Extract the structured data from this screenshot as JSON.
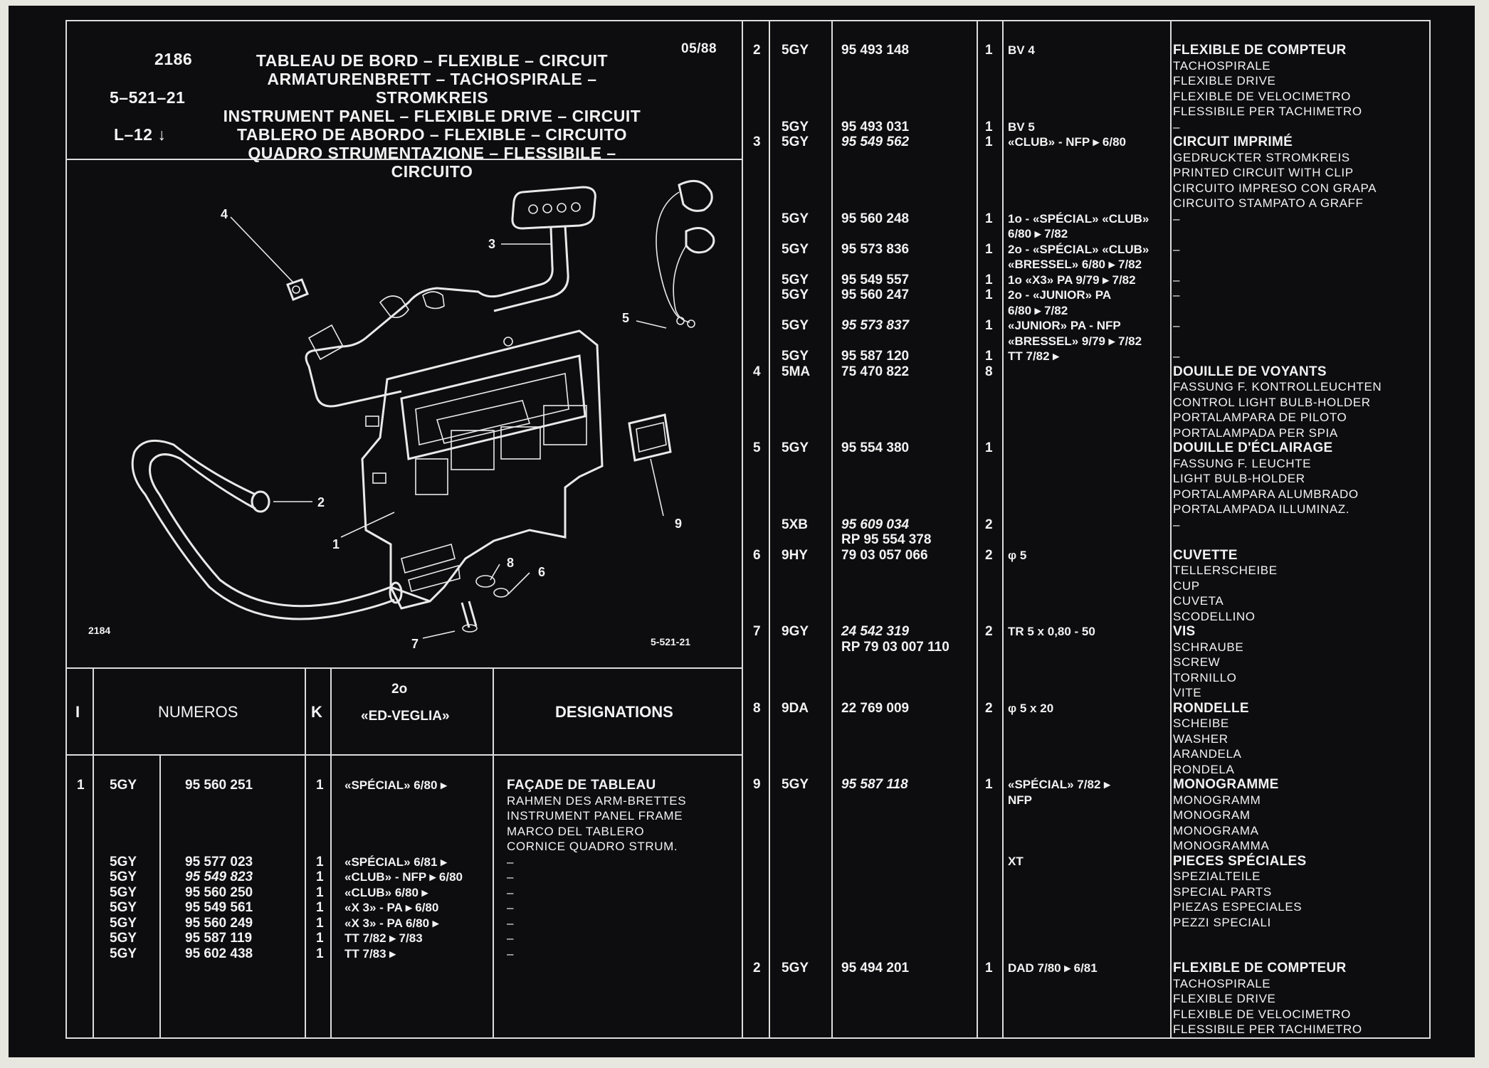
{
  "header": {
    "page_number": "2186",
    "ref": "5–521–21",
    "loc": "L–12 ↓",
    "date": "05/88",
    "titles": [
      "TABLEAU DE BORD – FLEXIBLE – CIRCUIT",
      "ARMATURENBRETT – TACHOSPIRALE – STROMKREIS",
      "INSTRUMENT PANEL – FLEXIBLE DRIVE – CIRCUIT",
      "TABLERO DE ABORDO – FLEXIBLE – CIRCUITO",
      "QUADRO STRUMENTAZIONE – FLESSIBILE – CIRCUITO"
    ]
  },
  "diagram": {
    "fig_number": "2184",
    "fig_ref": "5-521-21",
    "callouts": [
      "1",
      "2",
      "3",
      "4",
      "5",
      "6",
      "7",
      "8",
      "9"
    ]
  },
  "table_head": {
    "col_i": "I",
    "col_numeros": "NUMEROS",
    "col_k": "K",
    "col_variant_top": "2o",
    "col_variant": "«ED-VEGLIA»",
    "col_designations": "DESIGNATIONS"
  },
  "left_rows": {
    "item": [
      "1"
    ],
    "code": [
      "5GY",
      "",
      "",
      "",
      "",
      "5GY",
      "5GY",
      "5GY",
      "5GY",
      "5GY",
      "5GY",
      "5GY"
    ],
    "number": [
      "95 560 251",
      "",
      "",
      "",
      "",
      "95 577 023",
      "95 549 823",
      "95 560 250",
      "95 549 561",
      "95 560 249",
      "95 587 119",
      "95 602 438"
    ],
    "qty": [
      "1",
      "",
      "",
      "",
      "",
      "1",
      "1",
      "1",
      "1",
      "1",
      "1",
      "1"
    ],
    "variant": [
      "«SPÉCIAL»      6/80 ▸",
      "",
      "",
      "",
      "",
      "«SPÉCIAL»      6/81 ▸",
      "«CLUB» - NFP ▸ 6/80",
      "«CLUB»            6/80 ▸",
      "«X 3» - PA       ▸ 6/80",
      "«X 3» - PA        6/80 ▸",
      "TT          7/82      ▸ 7/83",
      "TT                    7/83 ▸"
    ],
    "desig": [
      "FAÇADE DE TABLEAU",
      "RAHMEN DES ARM-BRETTES",
      "INSTRUMENT PANEL FRAME",
      "MARCO DEL TABLERO",
      "CORNICE QUADRO STRUM.",
      "–",
      "–",
      "–",
      "–",
      "–",
      "–",
      "–"
    ]
  },
  "right_rows": {
    "item": [
      "2",
      "",
      "",
      "",
      "",
      "",
      "3",
      "",
      "",
      "",
      "",
      "",
      "",
      "",
      "",
      "",
      "",
      "",
      "",
      "",
      "",
      "4",
      "",
      "",
      "",
      "",
      "5",
      "",
      "",
      "",
      "",
      "",
      "",
      "6",
      "",
      "",
      "",
      "",
      "7",
      "",
      "",
      "",
      "",
      "8",
      "",
      "",
      "",
      "",
      "9",
      "",
      "",
      "",
      "",
      "",
      "",
      "",
      "",
      "",
      "",
      "",
      "2",
      "",
      "",
      ""
    ],
    "code": [
      "5GY",
      "",
      "",
      "",
      "",
      "5GY",
      "5GY",
      "",
      "",
      "",
      "",
      "5GY",
      "",
      "5GY",
      "",
      "5GY",
      "5GY",
      "",
      "5GY",
      "",
      "5GY",
      "5MA",
      "",
      "",
      "",
      "",
      "5GY",
      "",
      "",
      "",
      "",
      "5XB",
      "",
      "9HY",
      "",
      "",
      "",
      "",
      "9GY",
      "",
      "",
      "",
      "",
      "9DA",
      "",
      "",
      "",
      "",
      "5GY",
      "",
      "",
      "",
      "",
      "",
      "",
      "",
      "",
      "",
      "",
      "",
      "5GY",
      "",
      "",
      ""
    ],
    "number": [
      "95 493 148",
      "",
      "",
      "",
      "",
      "95 493 031",
      "95 549 562",
      "",
      "",
      "",
      "",
      "95 560 248",
      "",
      "95 573 836",
      "",
      "95 549 557",
      "95 560 247",
      "",
      "95 573 837",
      "",
      "95 587 120",
      "75 470 822",
      "",
      "",
      "",
      "",
      "95 554 380",
      "",
      "",
      "",
      "",
      "95 609 034",
      "RP 95 554 378",
      "79 03 057 066",
      "",
      "",
      "",
      "",
      "24 542 319",
      "RP 79 03 007 110",
      "",
      "",
      "",
      "22 769 009",
      "",
      "",
      "",
      "",
      "95 587 118",
      "",
      "",
      "",
      "",
      "",
      "",
      "",
      "",
      "",
      "",
      "",
      "95 494 201",
      "",
      "",
      ""
    ],
    "qty": [
      "1",
      "",
      "",
      "",
      "",
      "1",
      "1",
      "",
      "",
      "",
      "",
      "1",
      "",
      "1",
      "",
      "1",
      "1",
      "",
      "1",
      "",
      "1",
      "8",
      "",
      "",
      "",
      "",
      "1",
      "",
      "",
      "",
      "",
      "2",
      "",
      "2",
      "",
      "",
      "",
      "",
      "2",
      "",
      "",
      "",
      "",
      "2",
      "",
      "",
      "",
      "",
      "1",
      "",
      "",
      "",
      "",
      "",
      "",
      "",
      "",
      "",
      "",
      "",
      "1",
      "",
      "",
      ""
    ],
    "variant": [
      "BV 4",
      "",
      "",
      "",
      "",
      "BV 5",
      "«CLUB» - NFP  ▸  6/80",
      "",
      "",
      "",
      "",
      "1o - «SPÉCIAL» «CLUB»",
      "               6/80 ▸ 7/82",
      "2o - «SPÉCIAL» «CLUB»",
      "«BRESSEL»  6/80 ▸  7/82",
      "1o «X3» PA 9/79  ▸ 7/82",
      "2o - «JUNIOR» PA",
      "               6/80 ▸ 7/82",
      "«JUNIOR» PA - NFP",
      "«BRESSEL» 9/79  ▸ 7/82",
      "TT                       7/82 ▸",
      "",
      "",
      "",
      "",
      "",
      "",
      "",
      "",
      "",
      "",
      "",
      "",
      "φ 5",
      "",
      "",
      "",
      "",
      "TR 5 x 0,80 - 50",
      "",
      "",
      "",
      "",
      "φ 5 x 20",
      "",
      "",
      "",
      "",
      "«SPÉCIAL»          7/82    ▸",
      "NFP",
      "",
      "",
      "",
      "                XT",
      "",
      "",
      "",
      "",
      "",
      "",
      "DAD        7/80      ▸ 6/81",
      "",
      "",
      ""
    ],
    "desig": [
      "FLEXIBLE DE COMPTEUR",
      "TACHOSPIRALE",
      "FLEXIBLE DRIVE",
      "FLEXIBLE DE VELOCIMETRO",
      "FLESSIBILE PER TACHIMETRO",
      "–",
      "CIRCUIT IMPRIMÉ",
      "GEDRUCKTER STROMKREIS",
      "PRINTED CIRCUIT WITH CLIP",
      "CIRCUITO IMPRESO CON GRAPA",
      "CIRCUITO STAMPATO A GRAFF",
      "–",
      "",
      "–",
      "",
      "–",
      "–",
      "",
      "–",
      "",
      "–",
      "DOUILLE DE VOYANTS",
      "FASSUNG F. KONTROLLEUCHTEN",
      "CONTROL LIGHT BULB-HOLDER",
      "PORTALAMPARA DE PILOTO",
      "PORTALAMPADA PER SPIA",
      "DOUILLE D'ÉCLAIRAGE",
      "FASSUNG F. LEUCHTE",
      "LIGHT BULB-HOLDER",
      "PORTALAMPARA ALUMBRADO",
      "PORTALAMPADA ILLUMINAZ.",
      "–",
      "",
      "CUVETTE",
      "TELLERSCHEIBE",
      "CUP",
      "CUVETA",
      "SCODELLINO",
      "VIS",
      "SCHRAUBE",
      "SCREW",
      "TORNILLO",
      "VITE",
      "RONDELLE",
      "SCHEIBE",
      "WASHER",
      "ARANDELA",
      "RONDELA",
      "MONOGRAMME",
      "MONOGRAMM",
      "MONOGRAM",
      "MONOGRAMA",
      "MONOGRAMMA",
      "PIECES SPÉCIALES",
      "SPEZIALTEILE",
      "SPECIAL PARTS",
      "PIEZAS ESPECIALES",
      "PEZZI SPECIALI",
      "",
      "",
      "FLEXIBLE DE COMPTEUR",
      "TACHOSPIRALE",
      "FLEXIBLE DRIVE",
      "FLEXIBLE DE VELOCIMETRO",
      "FLESSIBILE PER TACHIMETRO"
    ]
  }
}
